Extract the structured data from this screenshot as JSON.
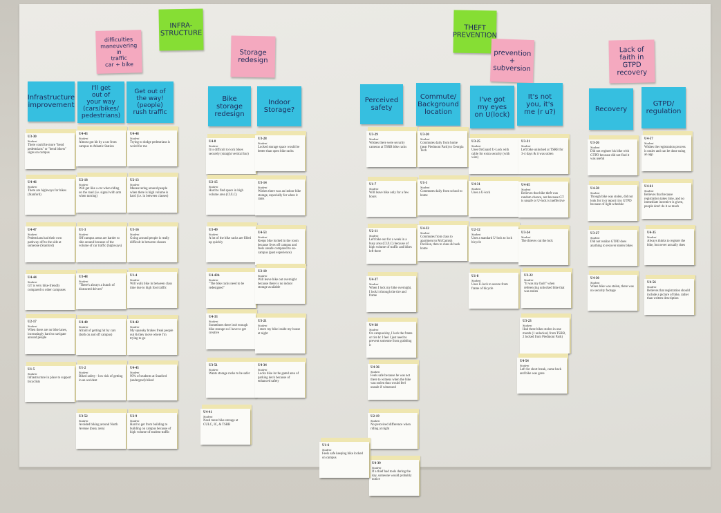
{
  "header_notes": [
    {
      "id": "infra-structure",
      "text": "INFRA-\nSTRUCTURE",
      "color": "green"
    },
    {
      "id": "theft-prevention",
      "text": "THEFT\nPREVENTION",
      "color": "green"
    },
    {
      "id": "difficulties",
      "text": "difficulties\nmaneuvering\nin\ntraffic\ncar + bike",
      "color": "pink"
    },
    {
      "id": "storage-redesign",
      "text": "Storage\nredesign",
      "color": "pink"
    },
    {
      "id": "prevention-subversion",
      "text": "prevention\n+\nsubversion",
      "color": "pink"
    },
    {
      "id": "lack-of-faith",
      "text": "Lack of\nfaith in\nGTPD\nrecovery",
      "color": "pink"
    }
  ],
  "category_notes": [
    {
      "id": "infrastructure-improvement",
      "text": "Infrastructure\nimprovement"
    },
    {
      "id": "ill-get-out-of-your-way",
      "text": "I'll get\nout of\nyour way\n(cars/bikes/\npedestrians)"
    },
    {
      "id": "get-out-of-the-way",
      "text": "Get out of\nthe way!\n(people)\nrush traffic"
    },
    {
      "id": "bike-storage-redesign",
      "text": "Bike\nstorage\nredesign"
    },
    {
      "id": "indoor-storage",
      "text": "Indoor\nStorage?"
    },
    {
      "id": "perceived-safety",
      "text": "Perceived\nsafety"
    },
    {
      "id": "commute-location",
      "text": "Commute/\nBackground\nlocation"
    },
    {
      "id": "ive-got-my-eyes-on-u",
      "text": "I've got\nmy eyes\non U(lock)"
    },
    {
      "id": "its-not-you",
      "text": "It's not\nyou, it's\nme (r u?)"
    },
    {
      "id": "recovery",
      "text": "Recovery"
    },
    {
      "id": "gtpd-regulation",
      "text": "GTPD/\nregulation"
    }
  ],
  "cards": [
    {
      "id": "U3-30",
      "role": "Student",
      "text": "There could be more \"bend pedestrians\" or \"bend bikers\" signs on campus"
    },
    {
      "id": "U4-46",
      "role": "Student",
      "text": "There are highways for bikes (Stanford)"
    },
    {
      "id": "U4-47",
      "role": "Student",
      "text": "Pedestrians had their own pathway off to the side at someone (Stanford)"
    },
    {
      "id": "U4-44",
      "role": "Student",
      "text": "GT is very bike-friendly compared to other campuses"
    },
    {
      "id": "U2-17",
      "role": "Student",
      "text": "When there are no bike lanes, increasingly hard to navigate around people"
    },
    {
      "id": "U1-5",
      "role": "Student",
      "text": "Infrastructure in place to support bicyclists"
    },
    {
      "id": "U4-43",
      "role": "Student",
      "text": "Almost got hit by a car from campus to Atlantic Station"
    },
    {
      "id": "U2-18",
      "role": "Student",
      "text": "Will get like a car when riding on the road (i.e. signal with arm when turning)"
    },
    {
      "id": "U1-3",
      "role": "Student",
      "text": "Off campus areas are harder to ride around because of the volume of car traffic (highways)"
    },
    {
      "id": "U3-48",
      "role": "Student",
      "text": "\"There's always a bunch of distracted drivers\""
    },
    {
      "id": "U4-40",
      "role": "Student",
      "text": "Afraid of getting hit by cars (both on and off campus)"
    },
    {
      "id": "U1-2",
      "role": "Student",
      "text": "Biked safety - low risk of getting in an accident"
    },
    {
      "id": "U3-52",
      "role": "Student",
      "text": "Avoided biking around North Avenue (busy area)"
    },
    {
      "id": "U4-48",
      "role": "Student",
      "text": "Trying to dodge pedestrians is weird for me"
    },
    {
      "id": "U2-13",
      "role": "Student",
      "text": "Maneuvering around people when there is high volume is hard (i.e. in between classes)"
    },
    {
      "id": "U3-16",
      "role": "Student",
      "text": "Going around people is really difficult in between classes"
    },
    {
      "id": "U1-4",
      "role": "Student",
      "text": "Will walk bike in between class time due to high foot traffic"
    },
    {
      "id": "U4-42",
      "role": "Student",
      "text": "My squeaky brakes freak people out & they move where I'm trying to go"
    },
    {
      "id": "U4-45",
      "role": "Student",
      "text": "99% of students at Stanford (undergrad) biked"
    },
    {
      "id": "U2-9",
      "role": "Student",
      "text": "Hard to get from building to building on campus because of high volume of student traffic"
    },
    {
      "id": "U4-8",
      "role": "Student",
      "text": "It is difficult to lock bikes securely (straight vertical bar)"
    },
    {
      "id": "U2-15",
      "role": "Student",
      "text": "Hard to find space in high volume area (CULC)"
    },
    {
      "id": "U3-49",
      "role": "Student",
      "text": "A lot of the bike racks are filled up quickly"
    },
    {
      "id": "U4-43b",
      "role": "Student",
      "text": "\"The bike racks need to be redesigned\""
    },
    {
      "id": "U4-33",
      "role": "Student",
      "text": "Sometimes there isn't enough bike storage so I have to get creative"
    },
    {
      "id": "U3-51",
      "role": "Student",
      "text": "Wants storage racks to be safer"
    },
    {
      "id": "U4-41",
      "role": "Student",
      "text": "Need more bike storage at CULC, IC, & TSRB"
    },
    {
      "id": "U3-28",
      "role": "Student",
      "text": "Locked storage space would be better than open bike racks"
    },
    {
      "id": "U3-14",
      "role": "Student",
      "text": "Wishes there was an indoor bike storage, especially for when it rains"
    },
    {
      "id": "U4-53",
      "role": "Student",
      "text": "Keeps bike locked in the room because lives off campus and feels unsafe compared to on-campus (past experience)"
    },
    {
      "id": "U2-10",
      "role": "Student",
      "text": "Will leave bike out overnight because there is no indoor storage available"
    },
    {
      "id": "U3-21",
      "role": "Student",
      "text": "I store my bike inside my house at night"
    },
    {
      "id": "U4-34",
      "role": "Student",
      "text": "Locks bike in the gated area of parking deck because of enhanced safety"
    },
    {
      "id": "U3-29",
      "role": "Student",
      "text": "Wishes there were security cameras at TSRB bike racks"
    },
    {
      "id": "U1-7",
      "role": "Student",
      "text": "Will leave bike only for a few hours"
    },
    {
      "id": "U2-11",
      "role": "Student",
      "text": "Left bike out for a week in a busy area (CULC) because of high volume of traffic and bikes left there"
    },
    {
      "id": "U4-37",
      "role": "Student",
      "text": "When I lock my bike overnight, I lock it through the tire and frame"
    },
    {
      "id": "U4-38",
      "role": "Student",
      "text": "On campus/day, I lock the frame or tire bc I feel I just need to prevent someone from grabbing it"
    },
    {
      "id": "U4-36",
      "role": "Student",
      "text": "Feels safe because he was not there to witness when the bike was stolen thus would feel unsafe if witnessed"
    },
    {
      "id": "U2-19",
      "role": "Student",
      "text": "No perceived difference when riding at night"
    },
    {
      "id": "U4-39",
      "role": "Student",
      "text": "If a thief had tools during the day, someone would probably notice"
    },
    {
      "id": "U1-6",
      "role": "Student",
      "text": "Feels safe keeping bike locked on campus"
    },
    {
      "id": "U3-20",
      "role": "Student",
      "text": "Commutes daily from home (near Piedmont Park) to Georgia Tech"
    },
    {
      "id": "U1-1",
      "role": "Student",
      "text": "Commutes daily from school to home"
    },
    {
      "id": "U4-32",
      "role": "Student",
      "text": "Commutes from class to apartment to McCamish Pavilion, then to class & back home"
    },
    {
      "id": "U3-25",
      "role": "Student",
      "text": "Uses OnGuard U-Lock with cable for extra security (with wire)"
    },
    {
      "id": "U4-31",
      "role": "Student",
      "text": "Uses a U-lock"
    },
    {
      "id": "U2-12",
      "role": "Student",
      "text": "Uses a standard U-lock to lock bicycle"
    },
    {
      "id": "U1-8",
      "role": "Student",
      "text": "Uses U-lock to secure from frame of bicycle"
    },
    {
      "id": "U3-31",
      "role": "Student",
      "text": "Left bike unlocked at TSRB for 3-4 days & it was stolen"
    },
    {
      "id": "U4-65",
      "role": "Student",
      "text": "Believes that bike theft was random chance, not because GT is unsafe or U-lock is ineffective"
    },
    {
      "id": "U3-24",
      "role": "Student",
      "text": "The thieves cut the lock"
    },
    {
      "id": "U3-22",
      "role": "Student",
      "text": "\"It was my fault\" when referencing unlocked bike that was stolen"
    },
    {
      "id": "U3-23",
      "role": "Student",
      "text": "Had three bikes stolen in one month (1 unlocked, from TSRB, 2 locked from Piedmont Park)"
    },
    {
      "id": "U4-54",
      "role": "Student",
      "text": "Left for short break, came back and bike was gone"
    },
    {
      "id": "U3-26",
      "role": "Student",
      "text": "Did not register his bike with GTPD because did not find it was useful"
    },
    {
      "id": "U4-58",
      "role": "Student",
      "text": "Though bike was stolen, did not look for it or report it to GTPD because of light schedule"
    },
    {
      "id": "U3-27",
      "role": "Student",
      "text": "Did not realize GTPD does anything to recover stolen bikes"
    },
    {
      "id": "U4-30",
      "role": "Student",
      "text": "When bike was stolen, there was no security footage"
    },
    {
      "id": "U4-57",
      "role": "Student",
      "text": "Wishes the registration process is easier and can be done using an app"
    },
    {
      "id": "U4-61",
      "role": "Student",
      "text": "Believes that because registration takes time, and no immediate incentive is given, people don't do it as much"
    },
    {
      "id": "U4-35",
      "role": "Student",
      "text": "Always thinks to register the bike, but never actually does"
    },
    {
      "id": "U4-56",
      "role": "Student",
      "text": "Believes that registration should include a picture of bike, rather than written description"
    }
  ]
}
